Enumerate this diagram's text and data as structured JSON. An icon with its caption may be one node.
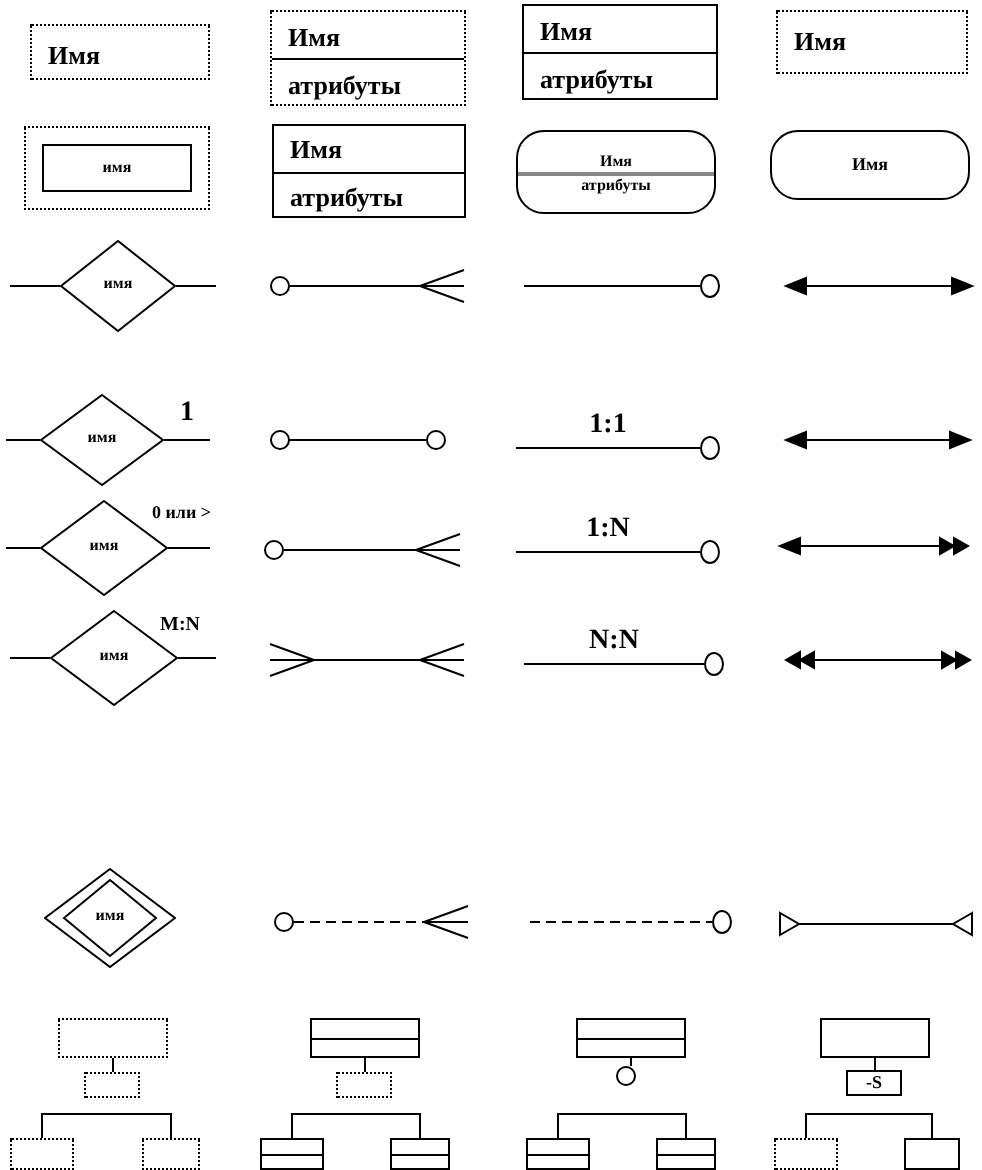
{
  "diagram": {
    "nodes": [
      {
        "text": [
          "Имя"
        ]
      },
      {
        "text": [
          "Имя",
          "атрибуты"
        ]
      },
      {
        "text": [
          "Имя",
          "атрибуты"
        ]
      },
      {
        "text": [
          "Имя"
        ]
      },
      {
        "text": [],
        "shape": "box"
      },
      {
        "text": [
          "имя"
        ],
        "in": 4
      },
      {
        "text": [
          "Имя",
          "атрибуты"
        ]
      },
      {
        "text": [
          "Имя",
          "атрибуты"
        ]
      },
      {
        "text": [
          "Имя"
        ]
      },
      {
        "text": [
          "имя"
        ]
      },
      {
        "text": [],
        "shape": "circle"
      },
      {
        "text": [],
        "shape": "circle"
      },
      {
        "text": [
          "имя"
        ],
        "beside": [
          "1"
        ]
      },
      {
        "text": [],
        "shape": "circle"
      },
      {
        "text": [],
        "shape": "circle"
      },
      {
        "text": [],
        "shape": "circle"
      },
      {
        "text": [
          "имя"
        ],
        "beside": [
          "0 или >"
        ]
      },
      {
        "text": [],
        "shape": "circle"
      },
      {
        "text": [],
        "shape": "circle"
      },
      {
        "text": [
          "имя"
        ],
        "beside": [
          "M:N"
        ]
      },
      {
        "text": [],
        "shape": "circle"
      },
      {
        "text": [
          "имя"
        ]
      },
      {
        "text": [],
        "shape": "circle"
      },
      {
        "text": [],
        "shape": "circle"
      },
      {
        "text": [],
        "shape": "box"
      },
      {
        "text": [],
        "shape": "box"
      },
      {
        "text": [],
        "shape": "box"
      },
      {
        "text": [],
        "shape": "box"
      },
      {
        "text": [],
        "shape": "box"
      },
      {
        "text": [],
        "shape": "box"
      },
      {
        "text": [],
        "shape": "box"
      },
      {
        "text": [],
        "shape": "box"
      },
      {
        "text": [],
        "shape": "box"
      },
      {
        "text": [],
        "shape": "circle"
      },
      {
        "text": [],
        "shape": "box"
      },
      {
        "text": [],
        "shape": "box"
      },
      {
        "text": [],
        "shape": "box"
      },
      {
        "text": [
          "-S"
        ]
      },
      {
        "text": [],
        "shape": "box"
      },
      {
        "text": [],
        "shape": "box"
      }
    ],
    "edges": [
      {
        "from": null,
        "to": 9,
        "arrow": "none"
      },
      {
        "from": 9,
        "to": null,
        "arrow": "none"
      },
      {
        "from": 10,
        "to": null,
        "arrow": "other"
      },
      {
        "from": null,
        "to": 11,
        "arrow": "none"
      },
      {
        "from": null,
        "to": 12,
        "arrow": "none"
      },
      {
        "from": 12,
        "to": null,
        "arrow": "none"
      },
      {
        "from": 13,
        "to": 14,
        "arrow": "none"
      },
      {
        "from": null,
        "to": 15,
        "arrow": "none",
        "label": "1:1"
      },
      {
        "from": null,
        "to": 16,
        "arrow": "none"
      },
      {
        "from": 16,
        "to": null,
        "arrow": "none"
      },
      {
        "from": 17,
        "to": null,
        "arrow": "other"
      },
      {
        "from": null,
        "to": 18,
        "arrow": "none",
        "label": "1:N"
      },
      {
        "from": null,
        "to": 19,
        "arrow": "none"
      },
      {
        "from": 19,
        "to": null,
        "arrow": "none"
      },
      {
        "from": null,
        "to": 20,
        "arrow": "none",
        "label": "N:N"
      },
      {
        "from": 22,
        "to": null,
        "arrow": "other",
        "style": "dashed"
      },
      {
        "from": null,
        "to": 23,
        "arrow": "none",
        "style": "dashed"
      },
      {
        "from": 24,
        "to": 25,
        "arrow": "none"
      },
      {
        "from": 26,
        "to": 27,
        "arrow": "none"
      },
      {
        "from": 28,
        "to": 29,
        "arrow": "none"
      },
      {
        "from": 30,
        "to": 31,
        "arrow": "none"
      },
      {
        "from": 32,
        "to": 33,
        "arrow": "none"
      },
      {
        "from": 34,
        "to": 35,
        "arrow": "none"
      },
      {
        "from": 36,
        "to": 37,
        "arrow": "none"
      },
      {
        "from": 38,
        "to": 39,
        "arrow": "none"
      }
    ]
  }
}
